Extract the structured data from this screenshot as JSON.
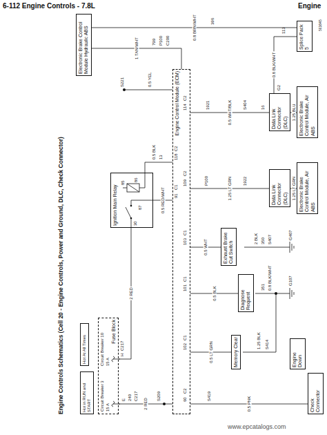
{
  "diagram": {
    "title": "Engine Controls Schematics (Cell 20 - Engine Controls, Power and Ground, DLC, Check Connector)",
    "nodes": [
      {
        "text": [
          "Fuse Block"
        ]
      },
      {
        "text": [
          "Hot in RUN and START"
        ]
      },
      {
        "text": [
          "Hot At All Times"
        ]
      },
      {
        "text": [
          "Ignition Main Relay"
        ]
      },
      {
        "text": [
          "Engine Control Module (ECM)"
        ]
      },
      {
        "text": [
          "Memory Clear"
        ]
      },
      {
        "text": [
          "Diagnose Request"
        ]
      },
      {
        "text": [
          "Exhaust Brake Cut Switch"
        ]
      },
      {
        "text": [
          "Engine Down"
        ]
      },
      {
        "text": [
          "Check Connector"
        ]
      },
      {
        "text": [
          "Electronic Brake Control Module Hydraulic ABS"
        ]
      },
      {
        "text": [
          "Data Link Connector (DLC)"
        ]
      },
      {
        "text": [
          "Electronic Brake Control Module, Air ABS"
        ]
      },
      {
        "text": [
          "Data Link Connector (DLC)"
        ]
      },
      {
        "text": [
          "Electronic Brake Control Module, Air ABS"
        ]
      },
      {
        "text": [
          "Splice Pack 5"
        ]
      }
    ],
    "edges": [
      {
        "from": 0,
        "to": 4,
        "arrow": "none",
        "label": "2 RED"
      },
      {
        "from": 0,
        "to": 3,
        "arrow": "none",
        "label": "2 RED"
      },
      {
        "from": 3,
        "to": 4,
        "arrow": "none",
        "label": "0.5 RED/WHT"
      },
      {
        "from": 4,
        "to": 5,
        "arrow": "none",
        "label": "0.5 LT GRN"
      },
      {
        "from": 4,
        "to": 6,
        "arrow": "none",
        "label": "0.5 BLK"
      },
      {
        "from": 4,
        "to": 7,
        "arrow": "none",
        "label": "0.5 WHT"
      },
      {
        "from": 4,
        "to": 9,
        "arrow": "none",
        "label": "0.5 PNK"
      },
      {
        "from": 10,
        "to": 4,
        "arrow": "none",
        "label": "1 TAN/WHT"
      },
      {
        "from": 4,
        "to": 11,
        "arrow": "none",
        "label": "0.5 WHT/BLK"
      },
      {
        "from": 11,
        "to": 12,
        "arrow": "none",
        "label": "1.25 BLU"
      },
      {
        "from": 4,
        "to": 13,
        "arrow": "none",
        "label": "1.25 LT GRN"
      },
      {
        "from": 13,
        "to": 14,
        "arrow": "none",
        "label": "1.25 LT GRN"
      },
      {
        "from": 11,
        "to": 15,
        "arrow": "none",
        "label": "0.8 BLK/WHT"
      },
      {
        "from": 10,
        "to": 15,
        "arrow": "none",
        "label": "0.8 BRN/WHT"
      }
    ],
    "labels": [
      "6-112 Engine Controls - 7.8L",
      "Engine",
      "www.epcatalogs.com",
      "501645",
      "Circuit Breaker 3",
      "15 A",
      "Circuit Breaker 10",
      "15 A",
      "E",
      "240",
      "C217",
      "S209",
      "H",
      "C217",
      "30",
      "87",
      "85",
      "86",
      "0.5 BLK",
      "13",
      "60",
      "C2",
      "102",
      "C1",
      "101",
      "C1",
      "103",
      "C1",
      "91",
      "C1",
      "109",
      "C2",
      "118",
      "C2",
      "114",
      "C2",
      "S419",
      "1.25 BLK",
      "S414",
      "351",
      "0.8 BLK/WHT",
      "G107",
      "2 BLK",
      "350",
      "S407",
      "G407",
      "0.5 YEL",
      "S221",
      "799",
      "P100",
      "C200",
      "396",
      "1921",
      "S404",
      "P100",
      "1922",
      "16",
      "113",
      "G2"
    ]
  }
}
